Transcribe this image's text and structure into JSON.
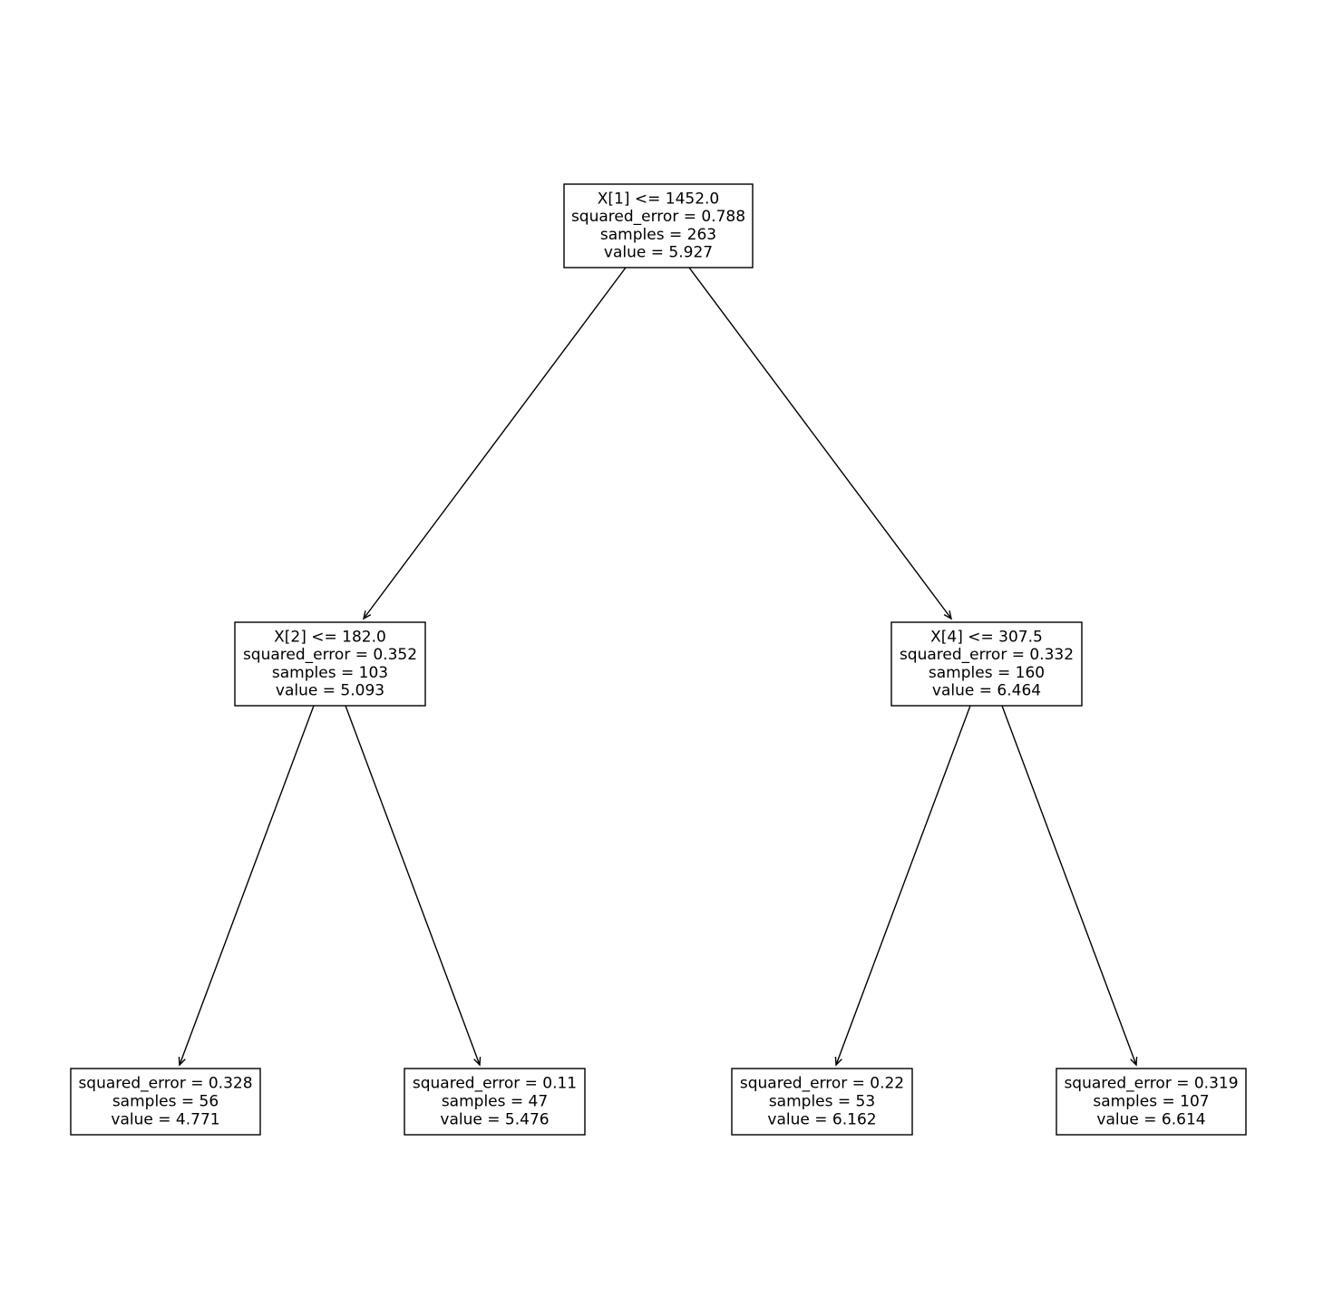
{
  "colors": {
    "background": "#ffffff",
    "stroke": "#000000",
    "text": "#000000"
  },
  "nodes": [
    {
      "id": "root",
      "lines": [
        "X[1] <= 1452.0",
        "squared_error = 0.788",
        "samples = 263",
        "value = 5.927"
      ]
    },
    {
      "id": "left",
      "lines": [
        "X[2] <= 182.0",
        "squared_error = 0.352",
        "samples = 103",
        "value = 5.093"
      ]
    },
    {
      "id": "right",
      "lines": [
        "X[4] <= 307.5",
        "squared_error = 0.332",
        "samples = 160",
        "value = 6.464"
      ]
    },
    {
      "id": "leaf-1",
      "lines": [
        "squared_error = 0.328",
        "samples = 56",
        "value = 4.771"
      ]
    },
    {
      "id": "leaf-2",
      "lines": [
        "squared_error = 0.11",
        "samples = 47",
        "value = 5.476"
      ]
    },
    {
      "id": "leaf-3",
      "lines": [
        "squared_error = 0.22",
        "samples = 53",
        "value = 6.162"
      ]
    },
    {
      "id": "leaf-4",
      "lines": [
        "squared_error = 0.319",
        "samples = 107",
        "value = 6.614"
      ]
    }
  ],
  "edges": [
    {
      "from": "root",
      "to": "left"
    },
    {
      "from": "root",
      "to": "right"
    },
    {
      "from": "left",
      "to": "leaf-1"
    },
    {
      "from": "left",
      "to": "leaf-2"
    },
    {
      "from": "right",
      "to": "leaf-3"
    },
    {
      "from": "right",
      "to": "leaf-4"
    }
  ]
}
